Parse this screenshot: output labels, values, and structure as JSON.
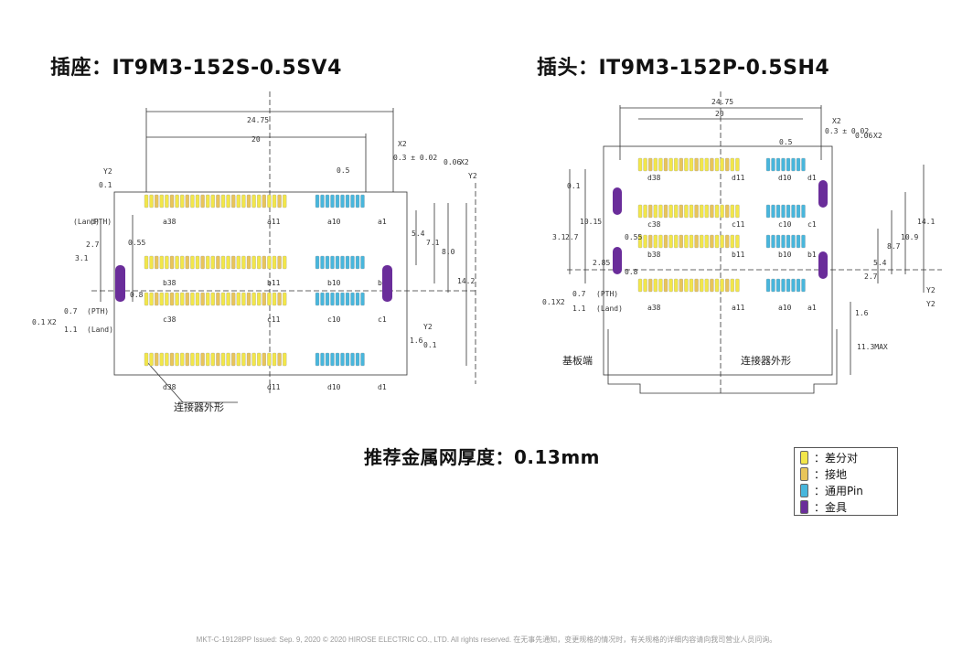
{
  "titles": {
    "left": "插座：IT9M3-152S-0.5SV4",
    "right": "插头：IT9M3-152P-0.5SH4",
    "stencil": "推荐金属网厚度：0.13mm"
  },
  "left_drawing": {
    "dims": [
      "24.75",
      "20",
      "X2",
      "0.3 ± 0.02",
      "0.06",
      "X2",
      "Y2",
      "0.5",
      "0.1",
      "Y2",
      "5.4",
      "7.1",
      "8.0",
      "14.2",
      "3.1",
      "2.7",
      "(Land)",
      "(PTH)",
      "0.55",
      "0.8",
      "0.7",
      "1.1",
      "(PTH)",
      "(Land)",
      "0.1",
      "X2",
      "1.6",
      "0.1",
      "Y2"
    ],
    "row_labels": [
      "a38",
      "a11",
      "a10",
      "a1",
      "b38",
      "b11",
      "b10",
      "b1",
      "c38",
      "c11",
      "c10",
      "c1",
      "d38",
      "d11",
      "d10",
      "d1"
    ],
    "outline_label": "连接器外形"
  },
  "right_drawing": {
    "dims": [
      "24.75",
      "20",
      "X2",
      "0.3 ± 0.02",
      "0.06",
      "X2",
      "0.5",
      "Y2",
      "14.1",
      "10.9",
      "8.7",
      "5.4",
      "2.7",
      "0.1",
      "10.15",
      "2.7",
      "3.1",
      "2.85",
      "0.55",
      "0.8",
      "0.7",
      "1.1",
      "(PTH)",
      "(Land)",
      "0.1",
      "X2",
      "1.6",
      "11.3MAX",
      "Y2"
    ],
    "row_labels": [
      "d38",
      "d11",
      "d10",
      "d1",
      "c38",
      "c11",
      "c10",
      "c1",
      "b38",
      "b11",
      "b10",
      "b1",
      "a38",
      "a11",
      "a10",
      "a1"
    ],
    "board_label": "基板端",
    "outline_label": "连接器外形"
  },
  "legend": {
    "items": [
      {
        "label": "：差分对",
        "color": "#f2e64a"
      },
      {
        "label": "：接地",
        "color": "#e8c55a"
      },
      {
        "label": "：通用Pin",
        "color": "#48b6dc"
      },
      {
        "label": "：金具",
        "color": "#6a2d9a"
      }
    ]
  },
  "footer": {
    "text": "MKT-C-19128PP    Issued: Sep. 9, 2020  © 2020 HIROSE ELECTRIC CO., LTD. All rights reserved. 在无事先通知，变更规格的情况时，有关规格的详细内容请向我司营业人员问询。"
  }
}
